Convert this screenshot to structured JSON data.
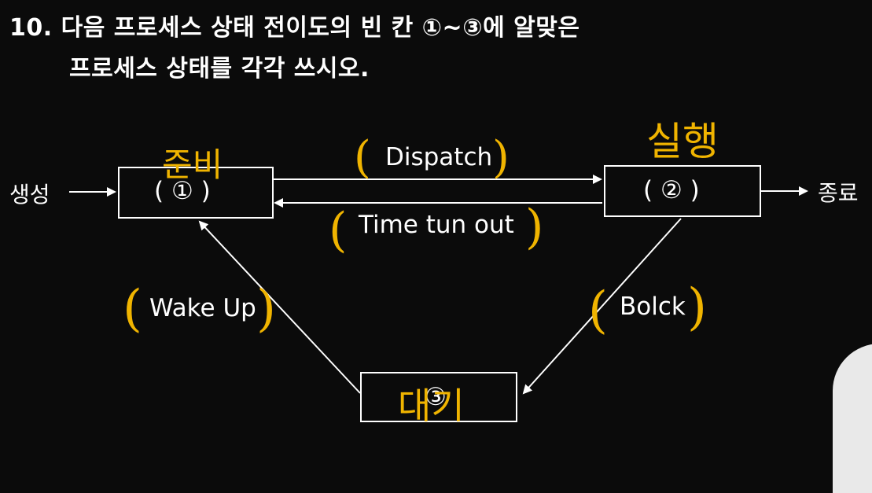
{
  "question": {
    "line1": "10. 다음 프로세스 상태 전이도의 빈 칸 ①~③에 알맞은",
    "line2": "프로세스 상태를 각각 쓰시오."
  },
  "states": {
    "ready_slot": "( ① )",
    "running_slot": "( ② )",
    "wait_slot": "③"
  },
  "endpoints": {
    "create": "생성",
    "terminate": "종료"
  },
  "transitions": {
    "dispatch": "Dispatch",
    "timeout": "Time tun out",
    "wakeup": "Wake Up",
    "block": "Bolck"
  },
  "handwritten": {
    "ready": "준비",
    "running": "실행",
    "wait": "대기"
  },
  "colors": {
    "background": "#0b0b0b",
    "lines": "#ffffff",
    "handwriting": "#f0b400"
  }
}
